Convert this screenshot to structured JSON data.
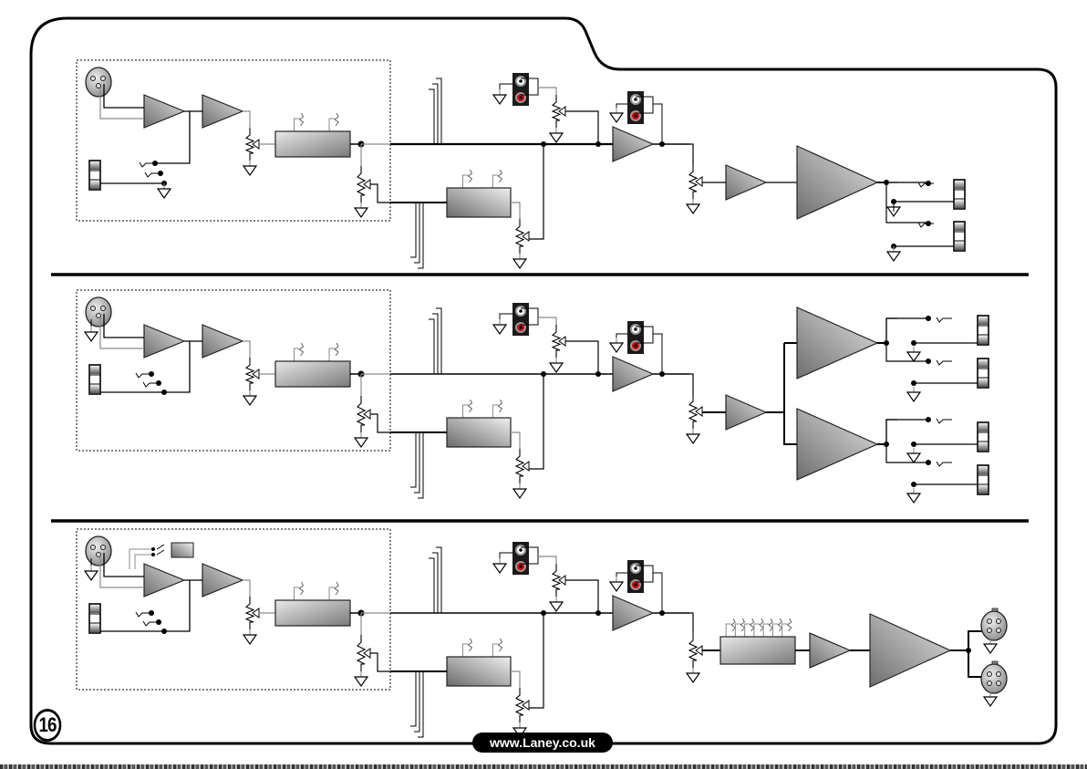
{
  "page": {
    "number": "16",
    "website": "www.Laney.co.uk"
  },
  "diagram": {
    "title": "Block diagram",
    "colors": {
      "line": "#000000",
      "gray_wire": "#8a8a8a",
      "rca_body": "#1a1a1a",
      "rca_white": "#ffffff",
      "rca_red": "#e00000"
    },
    "sections": [
      {
        "name": "section-1",
        "input": [
          "xlr-input",
          "jack-input"
        ],
        "outputs": {
          "type": "speaker-jacks",
          "count": 2,
          "power_amps": 1
        }
      },
      {
        "name": "section-2",
        "input": [
          "xlr-input",
          "jack-input"
        ],
        "outputs": {
          "type": "speaker-jacks",
          "count": 4,
          "power_amps": 2
        }
      },
      {
        "name": "section-3",
        "input": [
          "xlr-input-with-phantom-switch",
          "jack-input"
        ],
        "graphic_eq_bands": 7,
        "outputs": {
          "type": "speakon-outputs",
          "count": 2,
          "power_amps": 1
        }
      }
    ]
  }
}
